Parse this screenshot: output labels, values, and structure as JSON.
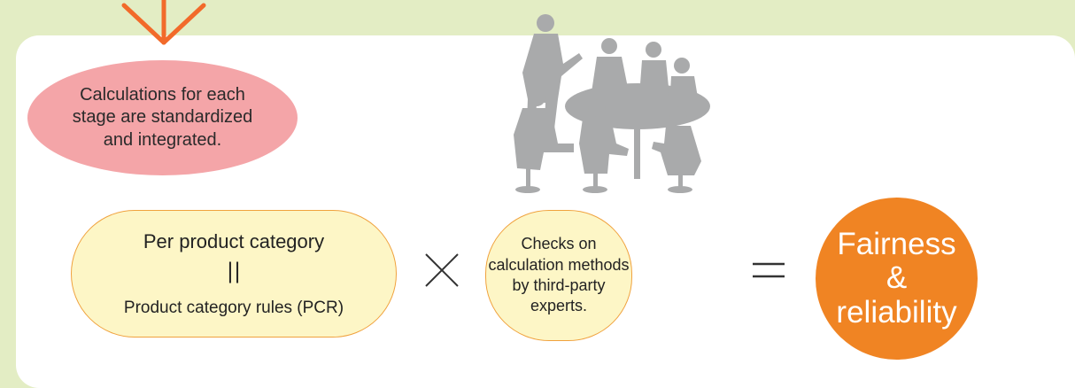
{
  "colors": {
    "background": "#e3edc4",
    "panel": "#ffffff",
    "arrow": "#f26a2a",
    "pink_bubble": "#f4a5a8",
    "yellow_pill": "#fdf6c6",
    "pill_border": "#f0a23e",
    "result_circle": "#f08423",
    "silhouette": "#a9aaab"
  },
  "icons": {
    "arrow": "arrow-down-icon",
    "meeting": "meeting-silhouette-icon",
    "times": "multiply-icon",
    "equals": "equals-icon"
  },
  "stage_note": "Calculations for each\nstage are standardized\nand integrated.",
  "formula": {
    "left_term": {
      "line1": "Per product category",
      "equivalence": "||",
      "line2": "Product category rules (PCR)"
    },
    "right_term": "Checks on\ncalculation methods\nby third-party\nexperts.",
    "result": "Fairness\n&\nreliability"
  }
}
